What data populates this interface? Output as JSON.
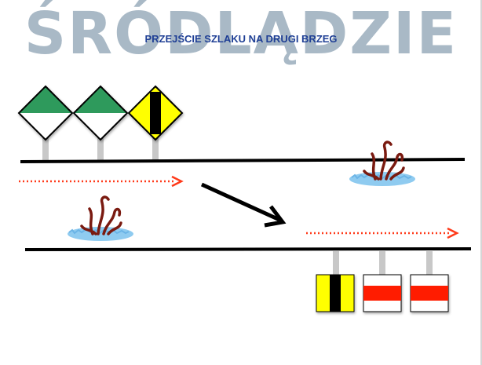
{
  "heading": {
    "background_word": "ŚRÓDLĄDZIE",
    "title": "PRZEJŚCIE SZLAKU NA DRUGI BRZEG"
  },
  "left_bank_signs": [
    {
      "icon": "green-white-diamond-sign",
      "top": "#2e9a5c",
      "bottom": "#ffffff"
    },
    {
      "icon": "green-white-diamond-sign",
      "top": "#2e9a5c",
      "bottom": "#ffffff"
    },
    {
      "icon": "yellow-black-diamond-sign",
      "fill": "#ffff00",
      "stripe": "#000000"
    }
  ],
  "right_bank_signs": [
    {
      "icon": "yellow-black-square-sign",
      "fill": "#ffff00",
      "stripe": "#000000"
    },
    {
      "icon": "white-red-square-sign",
      "fill": "#ffffff",
      "stripe": "#ff1a00"
    },
    {
      "icon": "white-red-square-sign",
      "fill": "#ffffff",
      "stripe": "#ff1a00"
    }
  ],
  "colors": {
    "bank_line": "#000000",
    "route_arrow": "#ff3a1a",
    "crossing_arrow": "#000000",
    "water": "#8fcbf0",
    "weed": "#7a1a10",
    "post": "#c8c8c8"
  }
}
